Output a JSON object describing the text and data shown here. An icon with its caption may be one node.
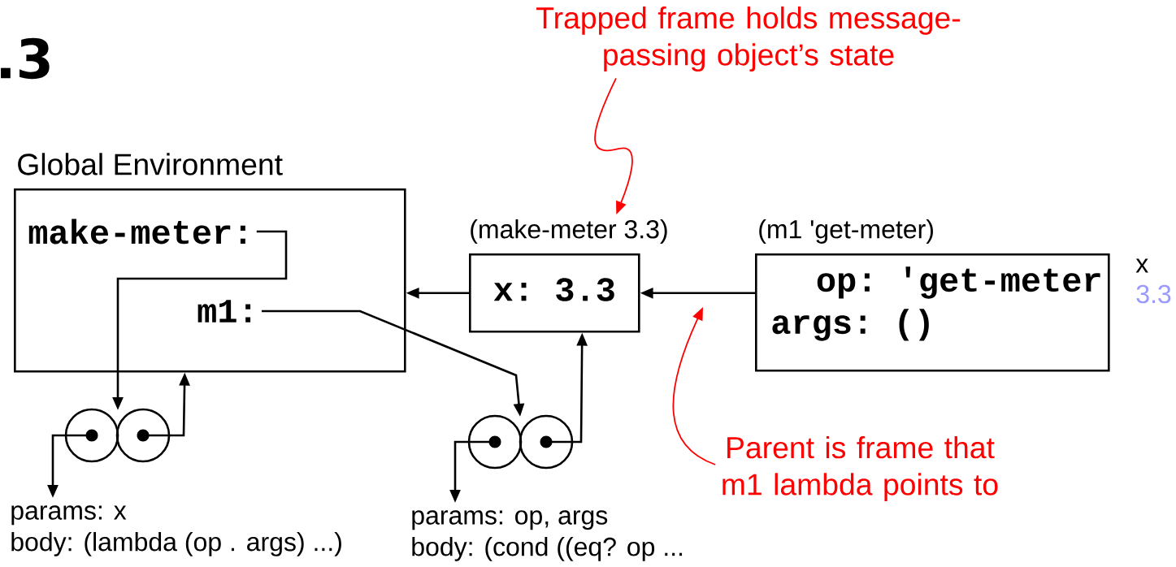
{
  "diagram": {
    "title": ".3",
    "nodes": [
      {
        "text": [
          "Global Environment"
        ]
      },
      {
        "text": [
          "make-meter:"
        ],
        "in": 0
      },
      {
        "text": [
          "m1:"
        ],
        "in": 0
      },
      {
        "text": [
          "(make-meter 3.3)",
          "x: 3.3"
        ]
      },
      {
        "text": [
          "(m1 'get-meter)",
          "op: 'get-meter",
          "args: ()"
        ]
      },
      {
        "text": [],
        "shape": "circle"
      },
      {
        "text": [],
        "shape": "circle"
      },
      {
        "text": [],
        "shape": "circle"
      },
      {
        "text": [],
        "shape": "circle"
      },
      {
        "text": [
          "params: x",
          "body: (lambda (op . args) ...)"
        ]
      },
      {
        "text": [
          "params: op, args",
          "body: (cond ((eq? op ..."
        ]
      },
      {
        "text": [
          "Trapped frame holds message-passing object’s state"
        ]
      },
      {
        "text": [
          "Parent is frame that m1 lambda points to"
        ]
      }
    ],
    "edges": [
      {
        "from": 1,
        "to": 5,
        "arrow": "to"
      },
      {
        "from": 6,
        "to": 0,
        "arrow": "to"
      },
      {
        "from": 5,
        "to": 9,
        "arrow": "to"
      },
      {
        "from": 2,
        "to": 7,
        "arrow": "to"
      },
      {
        "from": 8,
        "to": 3,
        "arrow": "to"
      },
      {
        "from": 7,
        "to": 10,
        "arrow": "to"
      },
      {
        "from": 3,
        "to": 0,
        "arrow": "to"
      },
      {
        "from": 4,
        "to": 3,
        "arrow": "to"
      },
      {
        "from": 11,
        "to": 3,
        "arrow": "to",
        "color": "#ff0000"
      },
      {
        "from": 12,
        "to": null,
        "arrow": "to",
        "color": "#ff0000"
      }
    ],
    "labels": [
      "x",
      "3.3"
    ]
  }
}
